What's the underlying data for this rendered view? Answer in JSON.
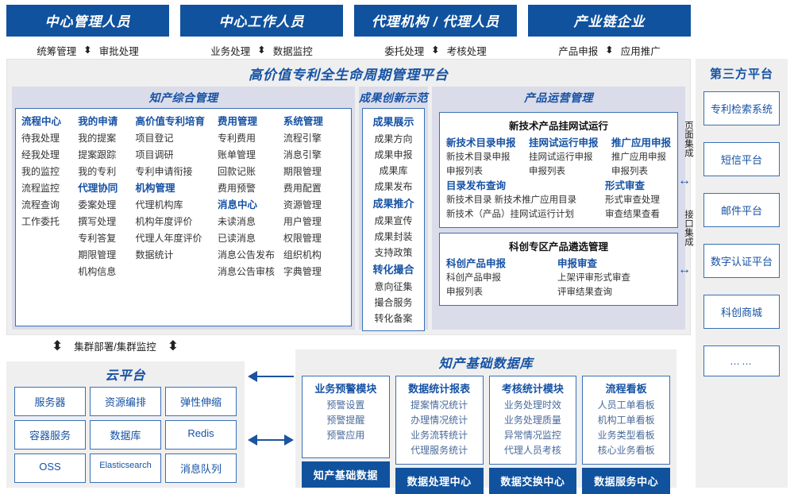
{
  "roles": [
    {
      "title": "中心管理人员",
      "left": "统筹管理",
      "right": "审批处理"
    },
    {
      "title": "中心工作人员",
      "left": "业务处理",
      "right": "数据监控"
    },
    {
      "title": "代理机构 / 代理人员",
      "left": "委托处理",
      "right": "考核处理"
    },
    {
      "title": "产业链企业",
      "left": "产品申报",
      "right": "应用推广"
    }
  ],
  "platform": {
    "title": "高价值专利全生命周期管理平台",
    "sections": {
      "ip": {
        "title": "知产综合管理",
        "columns": [
          {
            "blocks": [
              {
                "group": "流程中心",
                "items": [
                  "待我处理",
                  "经我处理",
                  "我的监控",
                  "流程监控",
                  "流程查询",
                  "工作委托"
                ]
              }
            ]
          },
          {
            "blocks": [
              {
                "group": "我的申请",
                "items": [
                  "我的提案",
                  "提案跟踪",
                  "我的专利"
                ]
              },
              {
                "group": "代理协同",
                "items": [
                  "委案处理",
                  "撰写处理",
                  "专利答复",
                  "期限管理",
                  "机构信息"
                ]
              }
            ]
          },
          {
            "blocks": [
              {
                "group": "高价值专利培育",
                "items": [
                  "项目登记",
                  "项目调研",
                  "专利申请衔接"
                ]
              },
              {
                "group": "机构管理",
                "items": [
                  "代理机构库",
                  "机构年度评价",
                  "代理人年度评价",
                  "数据统计"
                ]
              }
            ]
          },
          {
            "blocks": [
              {
                "group": "费用管理",
                "items": [
                  "专利费用",
                  "账单管理",
                  "回款记账",
                  "费用预警"
                ]
              },
              {
                "group": "消息中心",
                "items": [
                  "未读消息",
                  "已读消息",
                  "消息公告发布",
                  "消息公告审核"
                ]
              }
            ]
          },
          {
            "blocks": [
              {
                "group": "系统管理",
                "items": [
                  "流程引擎",
                  "消息引擎",
                  "期限管理",
                  "费用配置",
                  "资源管理",
                  "用户管理",
                  "权限管理",
                  "组织机构",
                  "字典管理"
                ]
              }
            ]
          }
        ]
      },
      "achievement": {
        "title": "成果创新示范",
        "blocks": [
          {
            "group": "成果展示",
            "items": [
              "成果方向",
              "成果申报",
              "成果库",
              "成果发布"
            ]
          },
          {
            "group": "成果推介",
            "items": [
              "成果宣传",
              "成果封装",
              "支持政策"
            ]
          },
          {
            "group": "转化撮合",
            "items": [
              "意向征集",
              "撮合服务",
              "转化备案"
            ]
          }
        ]
      },
      "product": {
        "title": "产品运营管理",
        "boxes": [
          {
            "title": "新技术产品挂网试运行",
            "row1": [
              {
                "group": "新技术目录申报",
                "items": [
                  "新技术目录申报",
                  "申报列表"
                ]
              },
              {
                "group": "挂网试运行申报",
                "items": [
                  "挂网试运行申报",
                  "申报列表"
                ]
              },
              {
                "group": "推广应用申报",
                "items": [
                  "推广应用申报",
                  "申报列表"
                ]
              }
            ],
            "row2": [
              {
                "group": "目录发布查询",
                "items": [
                  "新技术目录    新技术推广应用目录",
                  "新技术（产品）挂网试运行计划"
                ]
              },
              {
                "group": "形式审查",
                "items": [
                  "形式审查处理",
                  "审查结果查看"
                ]
              }
            ]
          },
          {
            "title": "科创专区产品遴选管理",
            "row1": [
              {
                "group": "科创产品申报",
                "items": [
                  "科创产品申报",
                  "申报列表"
                ]
              },
              {
                "group": "申报审查",
                "items": [
                  "上架评审形式审查",
                  "评审结果查询"
                ]
              }
            ]
          }
        ]
      }
    }
  },
  "integration": {
    "page": "页面集成",
    "api": "接口集成",
    "arrow": "↔"
  },
  "third_party": {
    "title": "第三方平台",
    "items": [
      "专利检索系统",
      "短信平台",
      "邮件平台",
      "数字认证平台",
      "科创商城",
      "……"
    ]
  },
  "cloud": {
    "link_label": "集群部署/集群监控",
    "title": "云平台",
    "boxes": [
      "服务器",
      "资源编排",
      "弹性伸缩",
      "容器服务",
      "数据库",
      "Redis",
      "OSS",
      "Elasticsearch",
      "消息队列"
    ]
  },
  "database": {
    "title": "知产基础数据库",
    "columns": [
      {
        "head": "业务预警模块",
        "items": [
          "预警设置",
          "预警提醒",
          "预警应用"
        ],
        "foot": "知产基础数据"
      },
      {
        "head": "数据统计报表",
        "items": [
          "提案情况统计",
          "办理情况统计",
          "业务流转统计",
          "代理服务统计"
        ],
        "foot": "数据处理中心"
      },
      {
        "head": "考核统计模块",
        "items": [
          "业务处理时效",
          "业务处理质量",
          "异常情况监控",
          "代理人员考核"
        ],
        "foot": "数据交换中心"
      },
      {
        "head": "流程看板",
        "items": [
          "人员工单看板",
          "机构工单看板",
          "业务类型看板",
          "核心业务看板"
        ],
        "foot": "数据服务中心"
      }
    ]
  },
  "colors": {
    "brand_blue": "#10529e",
    "accent_blue": "#1652a4",
    "panel": "#dadcea",
    "container": "#efefef"
  }
}
